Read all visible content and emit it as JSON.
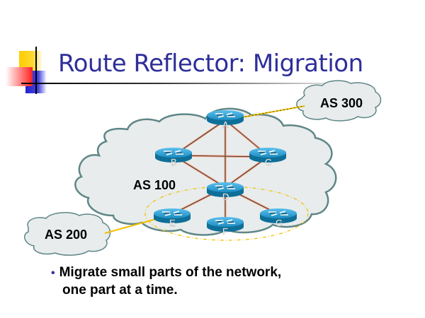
{
  "slide": {
    "title": "Route Reflector: Migration",
    "bullets": [
      {
        "line1": "Migrate small parts of the network,",
        "line2": "one part at a time."
      }
    ],
    "bullet_glyph": "•"
  },
  "diagram": {
    "clouds": [
      {
        "id": "as100",
        "label": "AS 100"
      },
      {
        "id": "as200",
        "label": "AS 200"
      },
      {
        "id": "as300",
        "label": "AS 300"
      }
    ],
    "routers": [
      {
        "id": "A",
        "label": "A"
      },
      {
        "id": "B",
        "label": "B"
      },
      {
        "id": "C",
        "label": "C"
      },
      {
        "id": "D",
        "label": "D"
      },
      {
        "id": "E",
        "label": "E"
      },
      {
        "id": "F",
        "label": "F"
      },
      {
        "id": "G",
        "label": "G"
      }
    ],
    "links": [
      {
        "from": "A",
        "to": "B",
        "type": "ibgp"
      },
      {
        "from": "A",
        "to": "C",
        "type": "ibgp"
      },
      {
        "from": "A",
        "to": "D",
        "type": "ibgp"
      },
      {
        "from": "B",
        "to": "C",
        "type": "ibgp"
      },
      {
        "from": "B",
        "to": "D",
        "type": "ibgp"
      },
      {
        "from": "C",
        "to": "D",
        "type": "ibgp"
      },
      {
        "from": "D",
        "to": "E",
        "type": "ibgp"
      },
      {
        "from": "D",
        "to": "F",
        "type": "ibgp"
      },
      {
        "from": "D",
        "to": "G",
        "type": "ibgp"
      },
      {
        "from": "A",
        "to": "AS 300",
        "type": "ebgp"
      },
      {
        "from": "E",
        "to": "AS 200",
        "type": "ebgp"
      }
    ],
    "cluster": {
      "members": [
        "D",
        "E",
        "F",
        "G"
      ],
      "style": "dashed-ellipse"
    },
    "colors": {
      "cloud_fill": "#e8ecec",
      "cloud_stroke": "#5f8686",
      "router_top": "#1c9ad0",
      "router_side": "#0e6f98",
      "ibgp_link": "#f0a080",
      "ebgp_link": "#f0c000",
      "cluster_ellipse": "#f0c000",
      "title": "#2e2e9a"
    }
  }
}
